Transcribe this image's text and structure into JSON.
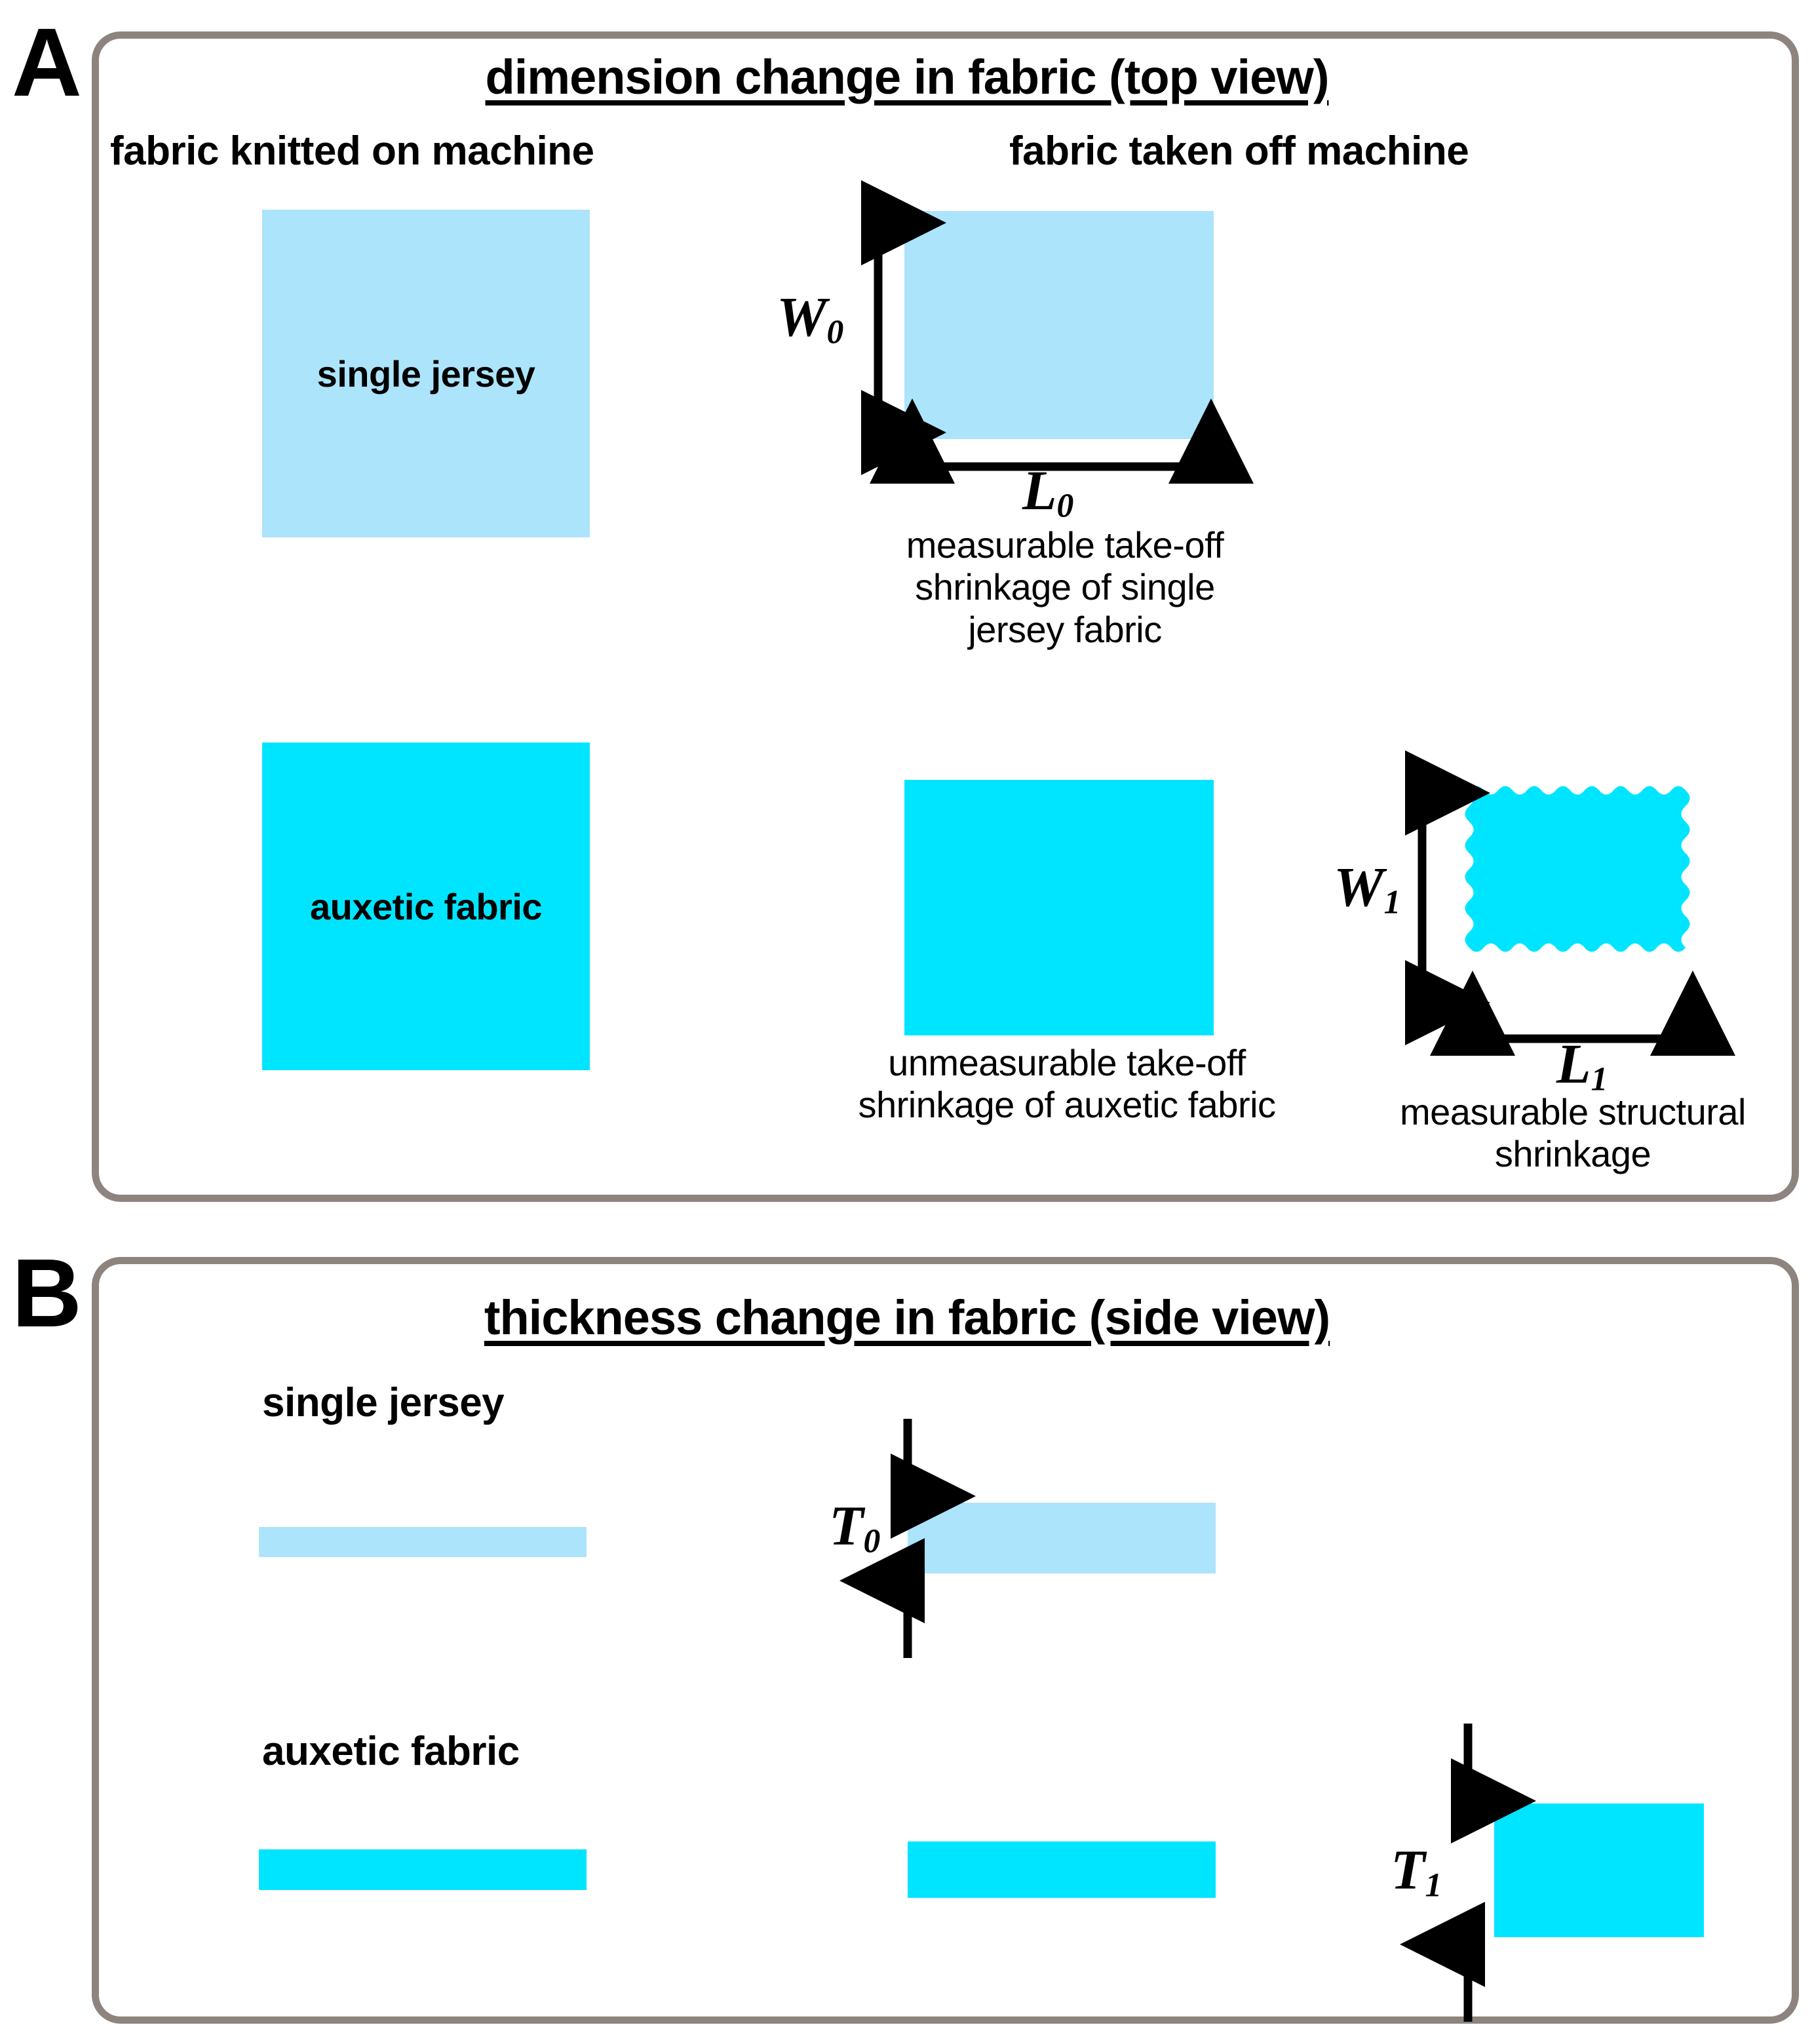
{
  "figure": {
    "panels": [
      {
        "letter": "A",
        "title": "dimension change in fabric (top view)",
        "column_headings": {
          "left": "fabric knitted on machine",
          "right": "fabric taken off machine"
        },
        "rows": [
          {
            "name": "single-jersey",
            "swatch_label": "single jersey",
            "swatch_color": "#ACE4FB",
            "dimension_labels": {
              "width": "W",
              "width_sub": "0",
              "length": "L",
              "length_sub": "0"
            },
            "caption": "measurable take-off\nshrinkage of single\njersey fabric"
          },
          {
            "name": "auxetic-fabric",
            "swatch_label": "auxetic fabric",
            "swatch_color": "#00E5FF",
            "caption": "unmeasurable take-off\nshrinkage of auxetic fabric",
            "structural": {
              "dimension_labels": {
                "width": "W",
                "width_sub": "1",
                "length": "L",
                "length_sub": "1"
              },
              "caption": "measurable structural\nshrinkage"
            }
          }
        ]
      },
      {
        "letter": "B",
        "title": "thickness change in fabric (side view)",
        "rows": [
          {
            "name": "single-jersey",
            "label": "single jersey",
            "color": "#ACE4FB",
            "thickness_label": "T",
            "thickness_sub": "0"
          },
          {
            "name": "auxetic-fabric",
            "label": "auxetic fabric",
            "color": "#00E5FF",
            "thickness_label": "T",
            "thickness_sub": "1"
          }
        ]
      }
    ],
    "colors": {
      "panel_border": "#8d8480",
      "single_jersey": "#ACE4FB",
      "auxetic": "#00E5FF",
      "ink": "#000000",
      "background": "#ffffff"
    }
  }
}
